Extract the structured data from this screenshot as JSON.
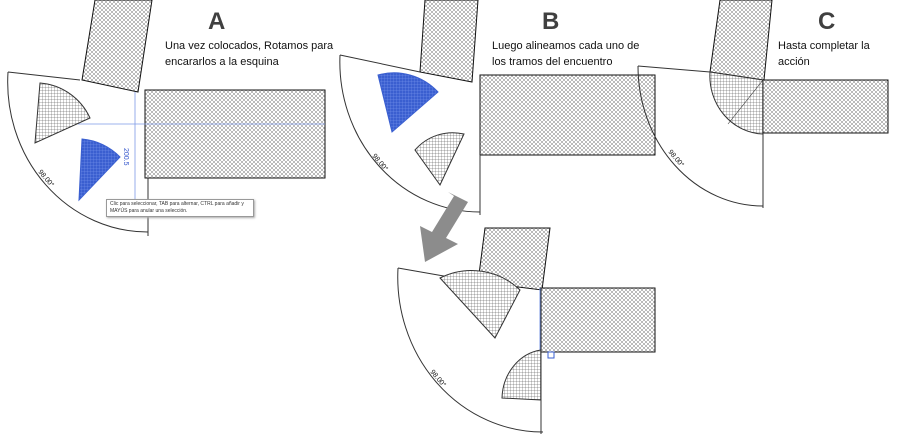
{
  "steps": [
    {
      "letter": "A",
      "caption_lines": [
        "Una vez colocados, Rotamos para",
        "encararlos a la esquina"
      ],
      "angle_label": "98.00°",
      "dimension_label": "200.5",
      "tooltip": "Clic para seleccionar, TAB para alternar, CTRL para añadir y MAYÚS para anular una selección."
    },
    {
      "letter": "B",
      "caption_lines": [
        "Luego alineamos cada uno de",
        "los tramos del encuentro"
      ],
      "angle_label": "98.00°",
      "bottom_angle_label": "98.00°"
    },
    {
      "letter": "C",
      "caption_lines": [
        "Hasta completar la acción"
      ],
      "angle_label": "98.00°"
    }
  ],
  "colors": {
    "selected": "#3a5fd0",
    "hatch": "#333333",
    "arrow": "#8c8c8c",
    "guide": "#7d9ae6"
  }
}
